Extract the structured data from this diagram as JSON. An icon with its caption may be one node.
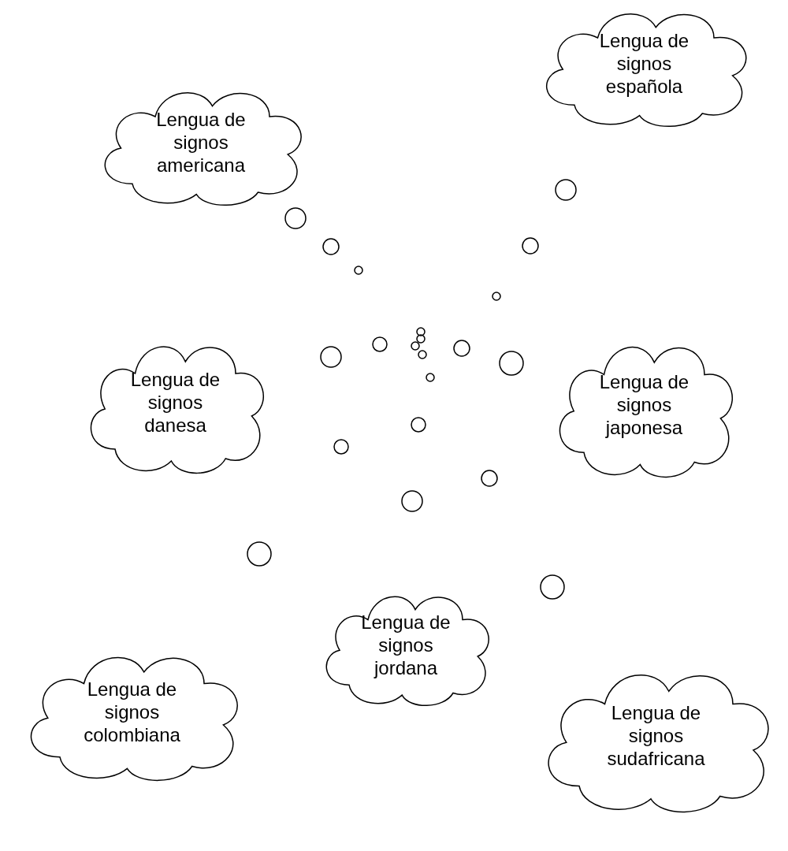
{
  "diagram": {
    "nodes": [
      {
        "text": [
          "Lengua de signos americana"
        ]
      },
      {
        "text": [
          "Lengua de signos española"
        ]
      },
      {
        "text": [
          "Lengua de signos danesa"
        ]
      },
      {
        "text": [
          "Lengua de signos japonesa"
        ]
      },
      {
        "text": [
          "Lengua de signos jordana"
        ]
      },
      {
        "text": [
          "Lengua de signos colombiana"
        ]
      },
      {
        "text": [
          "Lengua de signos sudafricana"
        ]
      }
    ]
  }
}
